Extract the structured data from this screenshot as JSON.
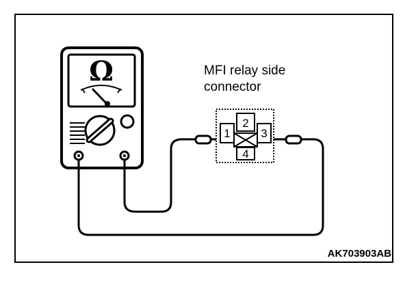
{
  "diagram": {
    "meter": {
      "unit_symbol": "Ω",
      "icon": "ohmmeter-icon"
    },
    "connector": {
      "label_line1": "MFI relay side",
      "label_line2": "connector",
      "pins": [
        "1",
        "2",
        "3",
        "4"
      ]
    },
    "figure_code": "AK703903AB"
  }
}
